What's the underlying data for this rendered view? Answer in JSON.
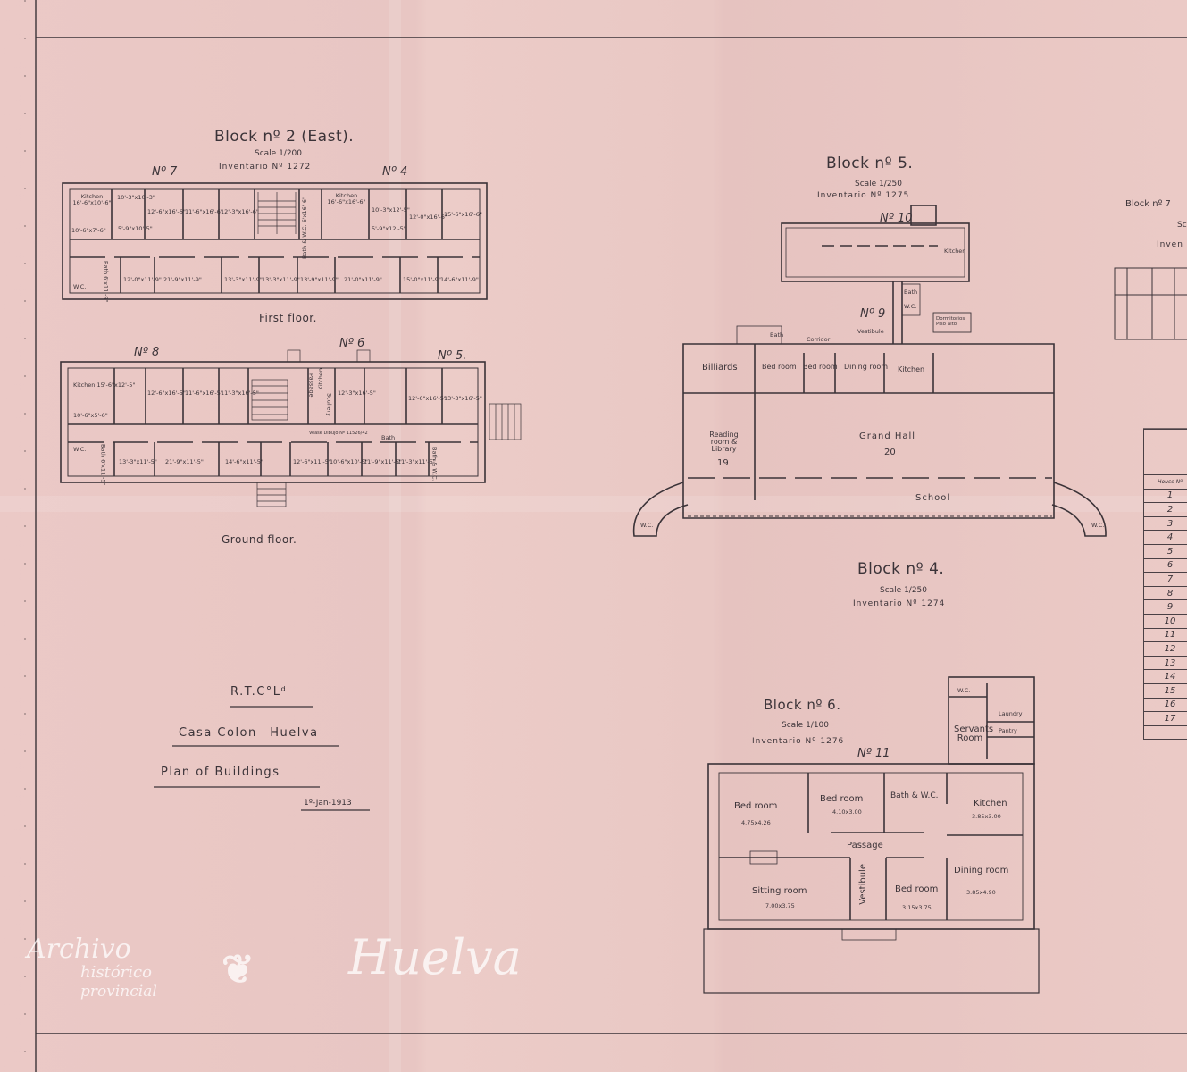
{
  "title_block": {
    "company": "R.T.C°Lᵈ",
    "location": "Casa Colon—Huelva",
    "subject": "Plan of Buildings",
    "date": "1º-Jan-1913"
  },
  "block2": {
    "title": "Block nº 2 (East).",
    "scale": "Scale 1/200",
    "inventario": "Inventario Nº 1272",
    "first_floor_label": "First floor.",
    "ground_floor_label": "Ground floor.",
    "house_numbers": [
      "Nº 7",
      "Nº 4",
      "Nº 8",
      "Nº 6",
      "Nº 5."
    ],
    "first_floor_rooms": [
      "Kitchen 16'-6\"x10'-6\"",
      "10'-3\"x10'-3\"",
      "12'-6\"x16'-6\"",
      "11'-6\"x16'-6\"",
      "12'-3\"x16'-6\"",
      "10'-6\"x7'-6\"",
      "5'-9\"x10'-5\"",
      "Bath & W.C. 6'x16'-6\"",
      "Kitchen 16'-6\"x16'-6\"",
      "10'-3\"x12'-5\"",
      "5'-9\"x12'-5\"",
      "12'-0\"x16'-6\"",
      "15'-6\"x16'-6\"",
      "W.C.",
      "Bath 6'x11'-9\"",
      "12'-0\"x11'-9\"",
      "21'-9\"x11'-9\"",
      "13'-3\"x11'-9\"",
      "13'-3\"x11'-9\"",
      "13'-9\"x11'-9\"",
      "21'-0\"x11'-9\"",
      "15'-0\"x11'-9\"",
      "14'-6\"x11'-9\""
    ],
    "ground_floor_rooms": [
      "Kitchen 15'-6\"x12'-5\"",
      "12'-6\"x16'-5\"",
      "11'-6\"x16'-5\"",
      "11'-3\"x16'-5\"",
      "10'-6\"x5'-6\"",
      "W.C.",
      "Bath 6'x11'-5\"",
      "13'-3\"x11'-5\"",
      "21'-9\"x11'-5\"",
      "14'-6\"x11'-5\"",
      "Passage",
      "Kitchen",
      "Scullery",
      "12'-3\"x16'-5\"",
      "Vease Dibujo Nº 11526/42",
      "Bath",
      "12'-6\"x11'-5\"",
      "10'-6\"x10'-5\"",
      "11'-9\"x11'-5\"",
      "11'-3\"x11'-5\"",
      "Bath & W.C.",
      "12'-6\"x16'-5\"",
      "13'-3\"x16'-5\""
    ]
  },
  "block5": {
    "title": "Block nº 5.",
    "scale": "Scale 1/250",
    "inventario": "Inventario Nº 1275",
    "house_numbers": [
      "Nº 10",
      "Nº 9"
    ],
    "rooms": [
      "Kitchen",
      "Bath",
      "W.C.",
      "Dormitorios Piso alto",
      "Bath",
      "Corridor",
      "Vestibule",
      "Billiards",
      "Bed room",
      "Bed room",
      "Dining room",
      "Kitchen",
      "Reading room & Library",
      "19",
      "Grand Hall",
      "20",
      "School",
      "W.C.",
      "W.C."
    ]
  },
  "block4": {
    "title": "Block nº 4.",
    "scale": "Scale 1/250",
    "inventario": "Inventario Nº 1274"
  },
  "block6": {
    "title": "Block nº 6.",
    "scale": "Scale 1/100",
    "inventario": "Inventario Nº 1276",
    "house_number": "Nº 11",
    "rooms": [
      {
        "name": "Bed room",
        "size": "4.75x4.26"
      },
      {
        "name": "Bed room",
        "size": "4.10x3.00"
      },
      {
        "name": "Bath & W.C.",
        "size": ""
      },
      {
        "name": "Kitchen",
        "size": "3.85x3.00"
      },
      {
        "name": "Passage",
        "size": ""
      },
      {
        "name": "Sitting room",
        "size": "7.00x3.75"
      },
      {
        "name": "Vestibule",
        "size": ""
      },
      {
        "name": "Bed room",
        "size": "3.15x3.75"
      },
      {
        "name": "Dining room",
        "size": "3.85x4.90"
      },
      {
        "name": "W.C.",
        "size": ""
      },
      {
        "name": "Laundry",
        "size": ""
      },
      {
        "name": "Servants Room",
        "size": ""
      },
      {
        "name": "Pantry",
        "size": ""
      }
    ]
  },
  "block7": {
    "title": "Block nº 7",
    "scale": "Sc",
    "inventario": "Inven",
    "table": {
      "header": "House Nº",
      "rows": [
        "1",
        "2",
        "3",
        "4",
        "5",
        "6",
        "7",
        "8",
        "9",
        "10",
        "11",
        "12",
        "13",
        "14",
        "15",
        "16",
        "17"
      ]
    }
  },
  "watermark": {
    "line1": "Archivo",
    "line2": "histórico",
    "line3": "provincial",
    "line4": "Huelva"
  },
  "colors": {
    "paper": "#eac8c5",
    "ink": "#3b3338",
    "watermark": "#ffffff"
  }
}
